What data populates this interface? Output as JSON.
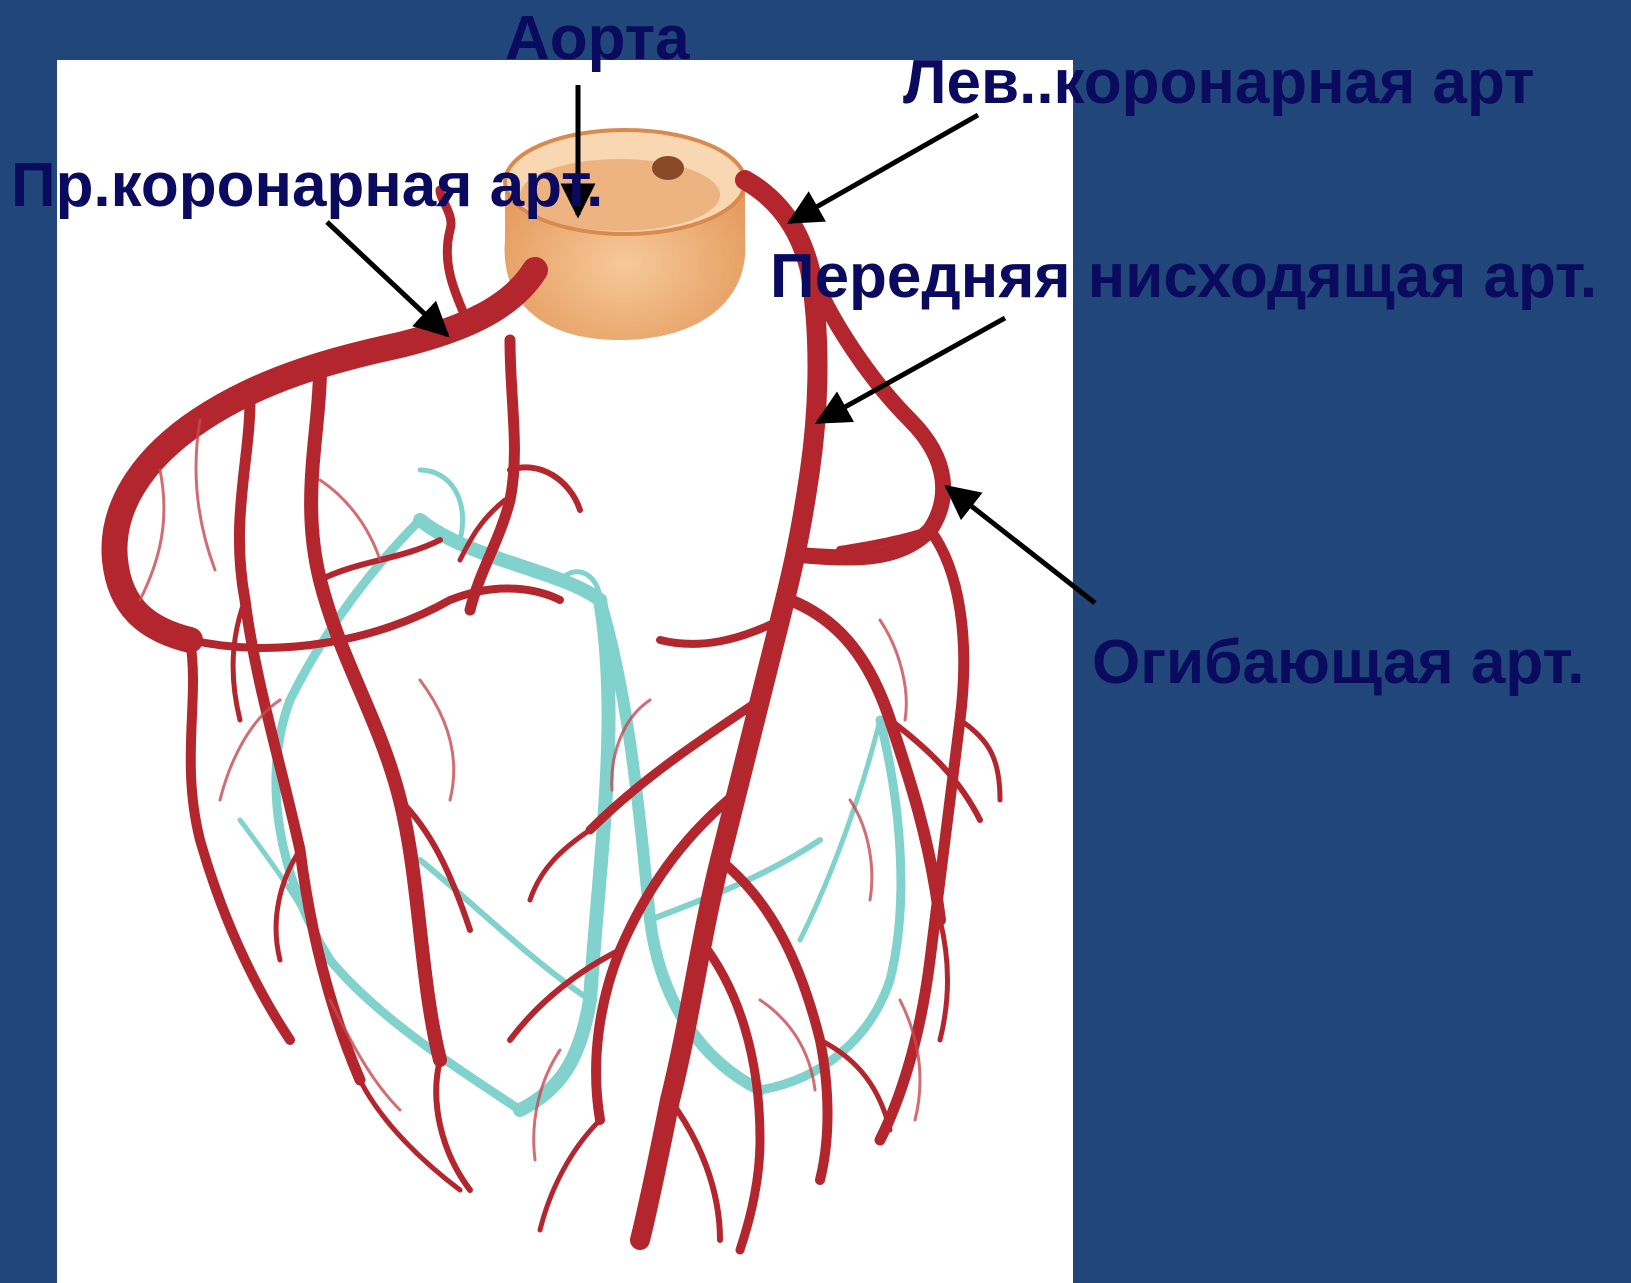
{
  "slide": {
    "background_color": "#21467a",
    "panel_color": "#ffffff",
    "label_color": "#0a0a5e",
    "artery_color": "#b3262e",
    "vein_color": "#6ccbc4",
    "aorta_color": "#f2b07a"
  },
  "labels": {
    "aorta": "Аорта",
    "left_coronary": "Лев..коронарная арт",
    "right_coronary": "Пр.коронарная арт.",
    "anterior_descending": "Передняя нисходящая арт.",
    "circumflex": "Огибающая арт."
  }
}
